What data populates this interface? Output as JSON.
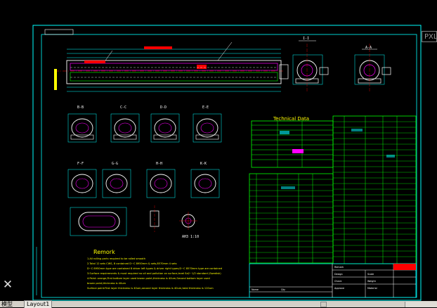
{
  "drawing": {
    "technical_data_title": "Technical Data",
    "remark_title": "Remork",
    "remark_lines": [
      "1.All rolling parts required to be rolled smooth",
      "2.Total 12 sets CWS, 8 contained D~C 8950mm & sets,8570mm 4 sets",
      "D~C 8950mm type are contained 8 driver left types & driver right types;D~C 8570mm type are contained",
      "3.Surface requirements & must required no oil and pollution on surface,level Sa2~1/2 standard (Swedish)",
      "4.Paint: orange,First bottom layer used brown paint,thickness is 40um,Second bottom layer used",
      "brown paint,thickness is 40um",
      "Surface paint:First layer thickness is 40um,second layer thickness is 40um,total thickness is 120um"
    ],
    "section_labels": [
      "I-I",
      "A-A",
      "B-B",
      "C-C",
      "D-D",
      "E-E",
      "F-F",
      "G-G",
      "H-H",
      "K-K"
    ],
    "detail_label": "AH3 1:10",
    "title_block_cells": [
      "Remark",
      "Design",
      "Check",
      "Approve",
      "Scale",
      "Weight",
      "Material",
      "Name",
      "Qty"
    ]
  },
  "ui": {
    "scale_tag": "PXL",
    "close_glyph": "✕",
    "tabs": [
      "模型",
      "Layout1"
    ]
  },
  "colors": {
    "background": "#000000",
    "frame": "#00ffff",
    "geometry": "#ffffff",
    "table": "#00ff00",
    "dimension": "#00ffff",
    "highlight": "#ffff00",
    "centerline": "#ff0000",
    "magenta": "#ff00ff"
  }
}
